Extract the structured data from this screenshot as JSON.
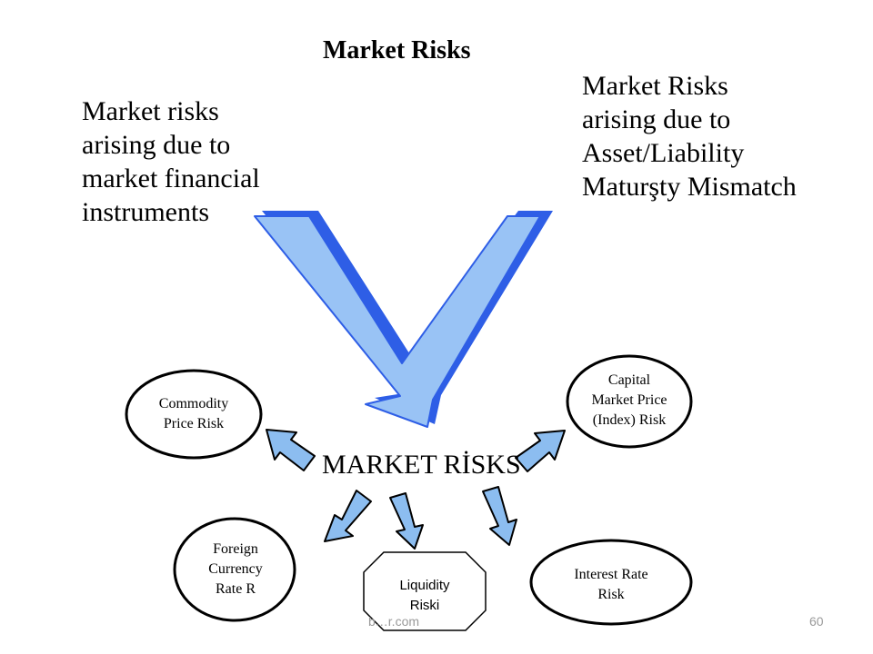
{
  "title": "Market Risks",
  "left_block": [
    "Market risks",
    "arising due to",
    "market financial",
    "instruments"
  ],
  "right_block": [
    "Market Risks",
    "arising due to",
    "Asset/Liability",
    "Maturşty Mismatch"
  ],
  "center_label": "MARKET RİSKS",
  "nodes": {
    "commodity": [
      "Commodity",
      "Price Risk"
    ],
    "capital": [
      "Capital",
      "Market Price",
      "(Index) Risk"
    ],
    "foreign": [
      "Foreign",
      "Currency",
      "Rate R"
    ],
    "liquidity": [
      "Liquidity",
      "Riski"
    ],
    "interest": [
      "Interest Rate",
      "Risk"
    ]
  },
  "footer": {
    "url": "b…r.com",
    "page": "60"
  },
  "colors": {
    "arrow_fill": "#99c3f5",
    "arrow_shadow": "#2e5ee6",
    "small_arrow": "#8cbdf0"
  }
}
